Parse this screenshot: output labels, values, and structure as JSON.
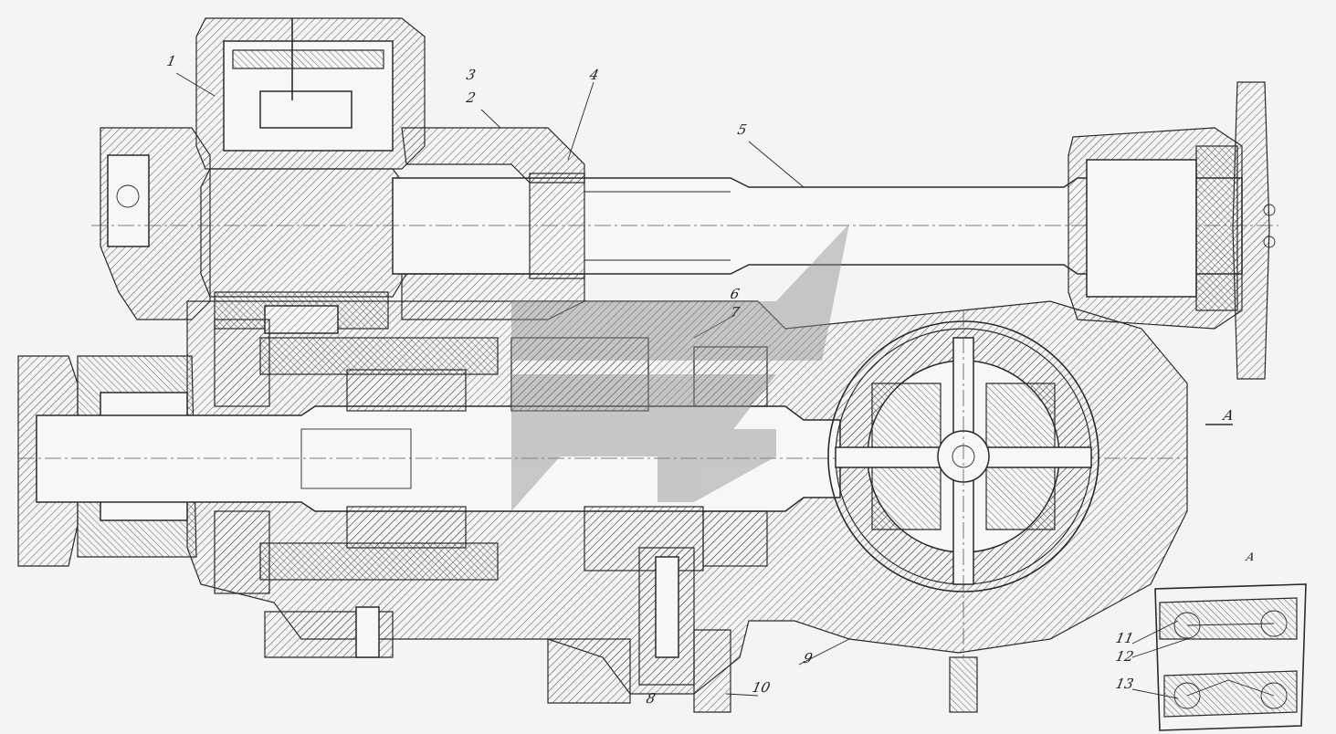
{
  "callouts": {
    "c1": "1",
    "c2": "2",
    "c3": "3",
    "c4": "4",
    "c5": "5",
    "c6": "6",
    "c7": "7",
    "c8": "8",
    "c9": "9",
    "c10": "10",
    "c11": "11",
    "c12": "12",
    "c13": "13",
    "view_arrow": "A",
    "view_label": "A"
  },
  "watermark_color": "#8c8c8c"
}
